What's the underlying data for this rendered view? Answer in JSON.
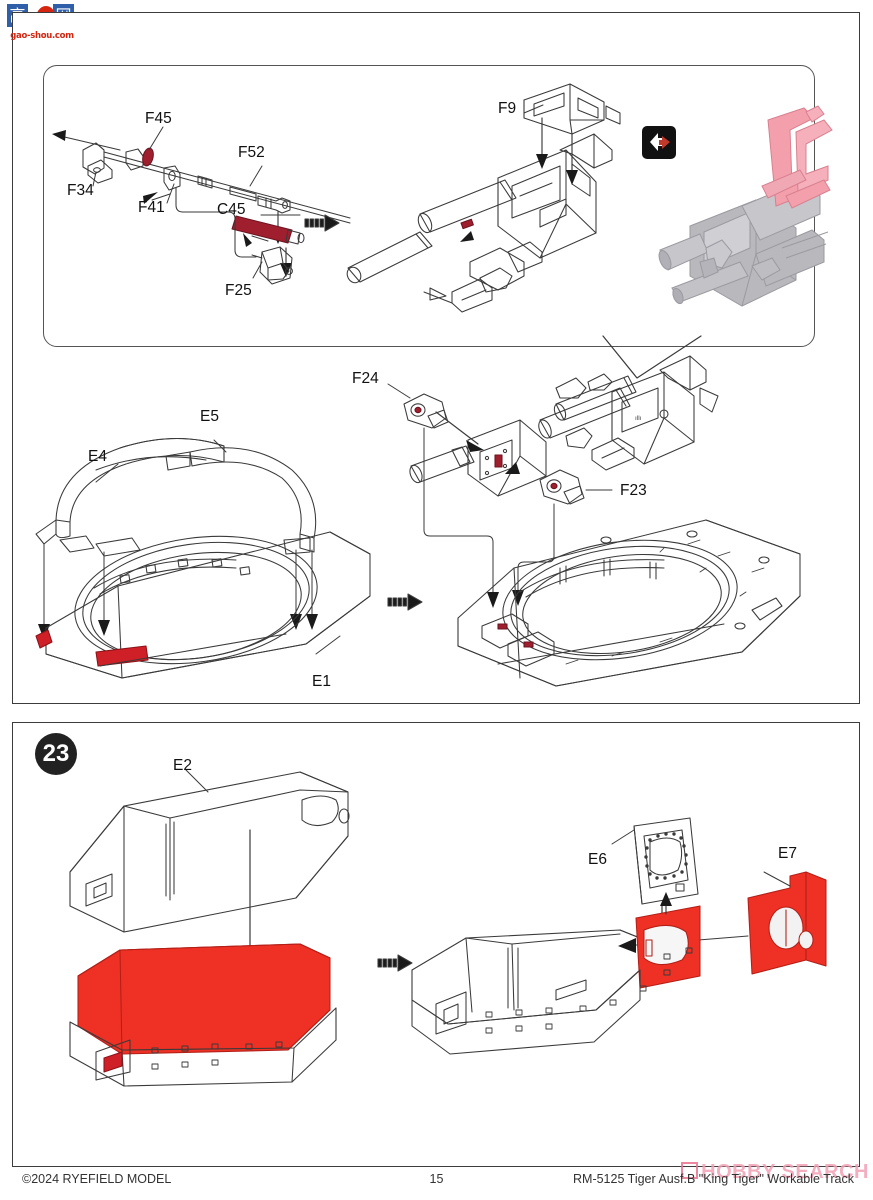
{
  "document": {
    "kind": "model-kit-assembly-instruction-sheet",
    "page_number": "15"
  },
  "watermarks": {
    "top_left": {
      "chars": [
        "高",
        "",
        "网"
      ],
      "url": "gao-shou.com"
    },
    "bottom_right": {
      "text": "HOBBY SEARCH"
    }
  },
  "panels": {
    "upper": {
      "name": "gun-and-turret-ring-panel",
      "detail_box": {
        "name": "gun-breech-detail-callout",
        "part_labels": [
          "F45",
          "F34",
          "F41",
          "F52",
          "C45",
          "F25",
          "F9"
        ],
        "view_icon": "view-direction-icon",
        "process_arrow": "assembly-progress-arrow"
      },
      "main": {
        "part_labels": [
          "F24",
          "F23",
          "E5",
          "E4",
          "E1"
        ],
        "process_arrow": "assembly-progress-arrow"
      }
    },
    "lower": {
      "name": "turret-basket-panel",
      "step_number": "23",
      "part_labels": [
        "E2",
        "E6",
        "E7"
      ],
      "process_arrow": "assembly-progress-arrow"
    }
  },
  "colors": {
    "highlight_red": "#ee3124",
    "render_pink": "#f4a0ac",
    "render_grey": "#b9b9bd",
    "line": "#3a3a3a",
    "panel_border": "#3c3c3c"
  },
  "footer": {
    "copyright": "©2024 RYEFIELD MODEL",
    "page": "15",
    "kit": "RM-5125 Tiger Ausf.B \"King Tiger\" Workable Track"
  }
}
